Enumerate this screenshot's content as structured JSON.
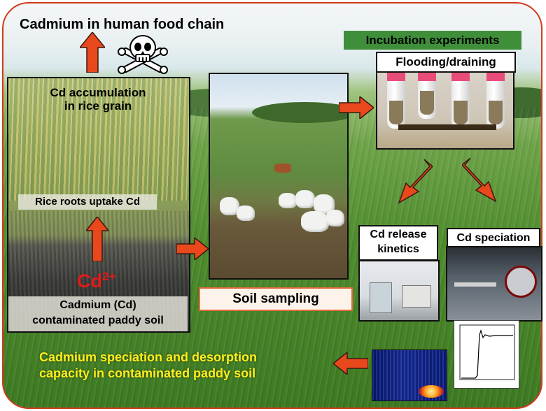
{
  "title": "Cadmium in human food chain",
  "hazard_icon": "skull-crossbones-icon",
  "rice_panel": {
    "grain_label_line1": "Cd accumulation",
    "grain_label_line2": "in rice grain",
    "roots_label": "Rice roots uptake Cd",
    "ion_symbol": "Cd",
    "ion_charge": "2+",
    "soil_label_line1": "Cadmium (Cd)",
    "soil_label_line2": "contaminated paddy soil"
  },
  "sampling": {
    "label": "Soil sampling"
  },
  "incubation": {
    "header": "Incubation experiments",
    "subheader": "Flooding/draining"
  },
  "release": {
    "label_line1": "Cd release",
    "label_line2": "kinetics"
  },
  "speciation": {
    "label": "Cd speciation"
  },
  "conclusion": {
    "line1": "Cadmium speciation and desorption",
    "line2": "capacity in contaminated paddy soil"
  },
  "colors": {
    "frame_border": "#d23a1c",
    "arrow_fill": "#e8481c",
    "incubation_header_bg": "#3f8f3a",
    "conclusion_text": "#ffee1a",
    "cd_ion_text": "#e01b1b"
  }
}
